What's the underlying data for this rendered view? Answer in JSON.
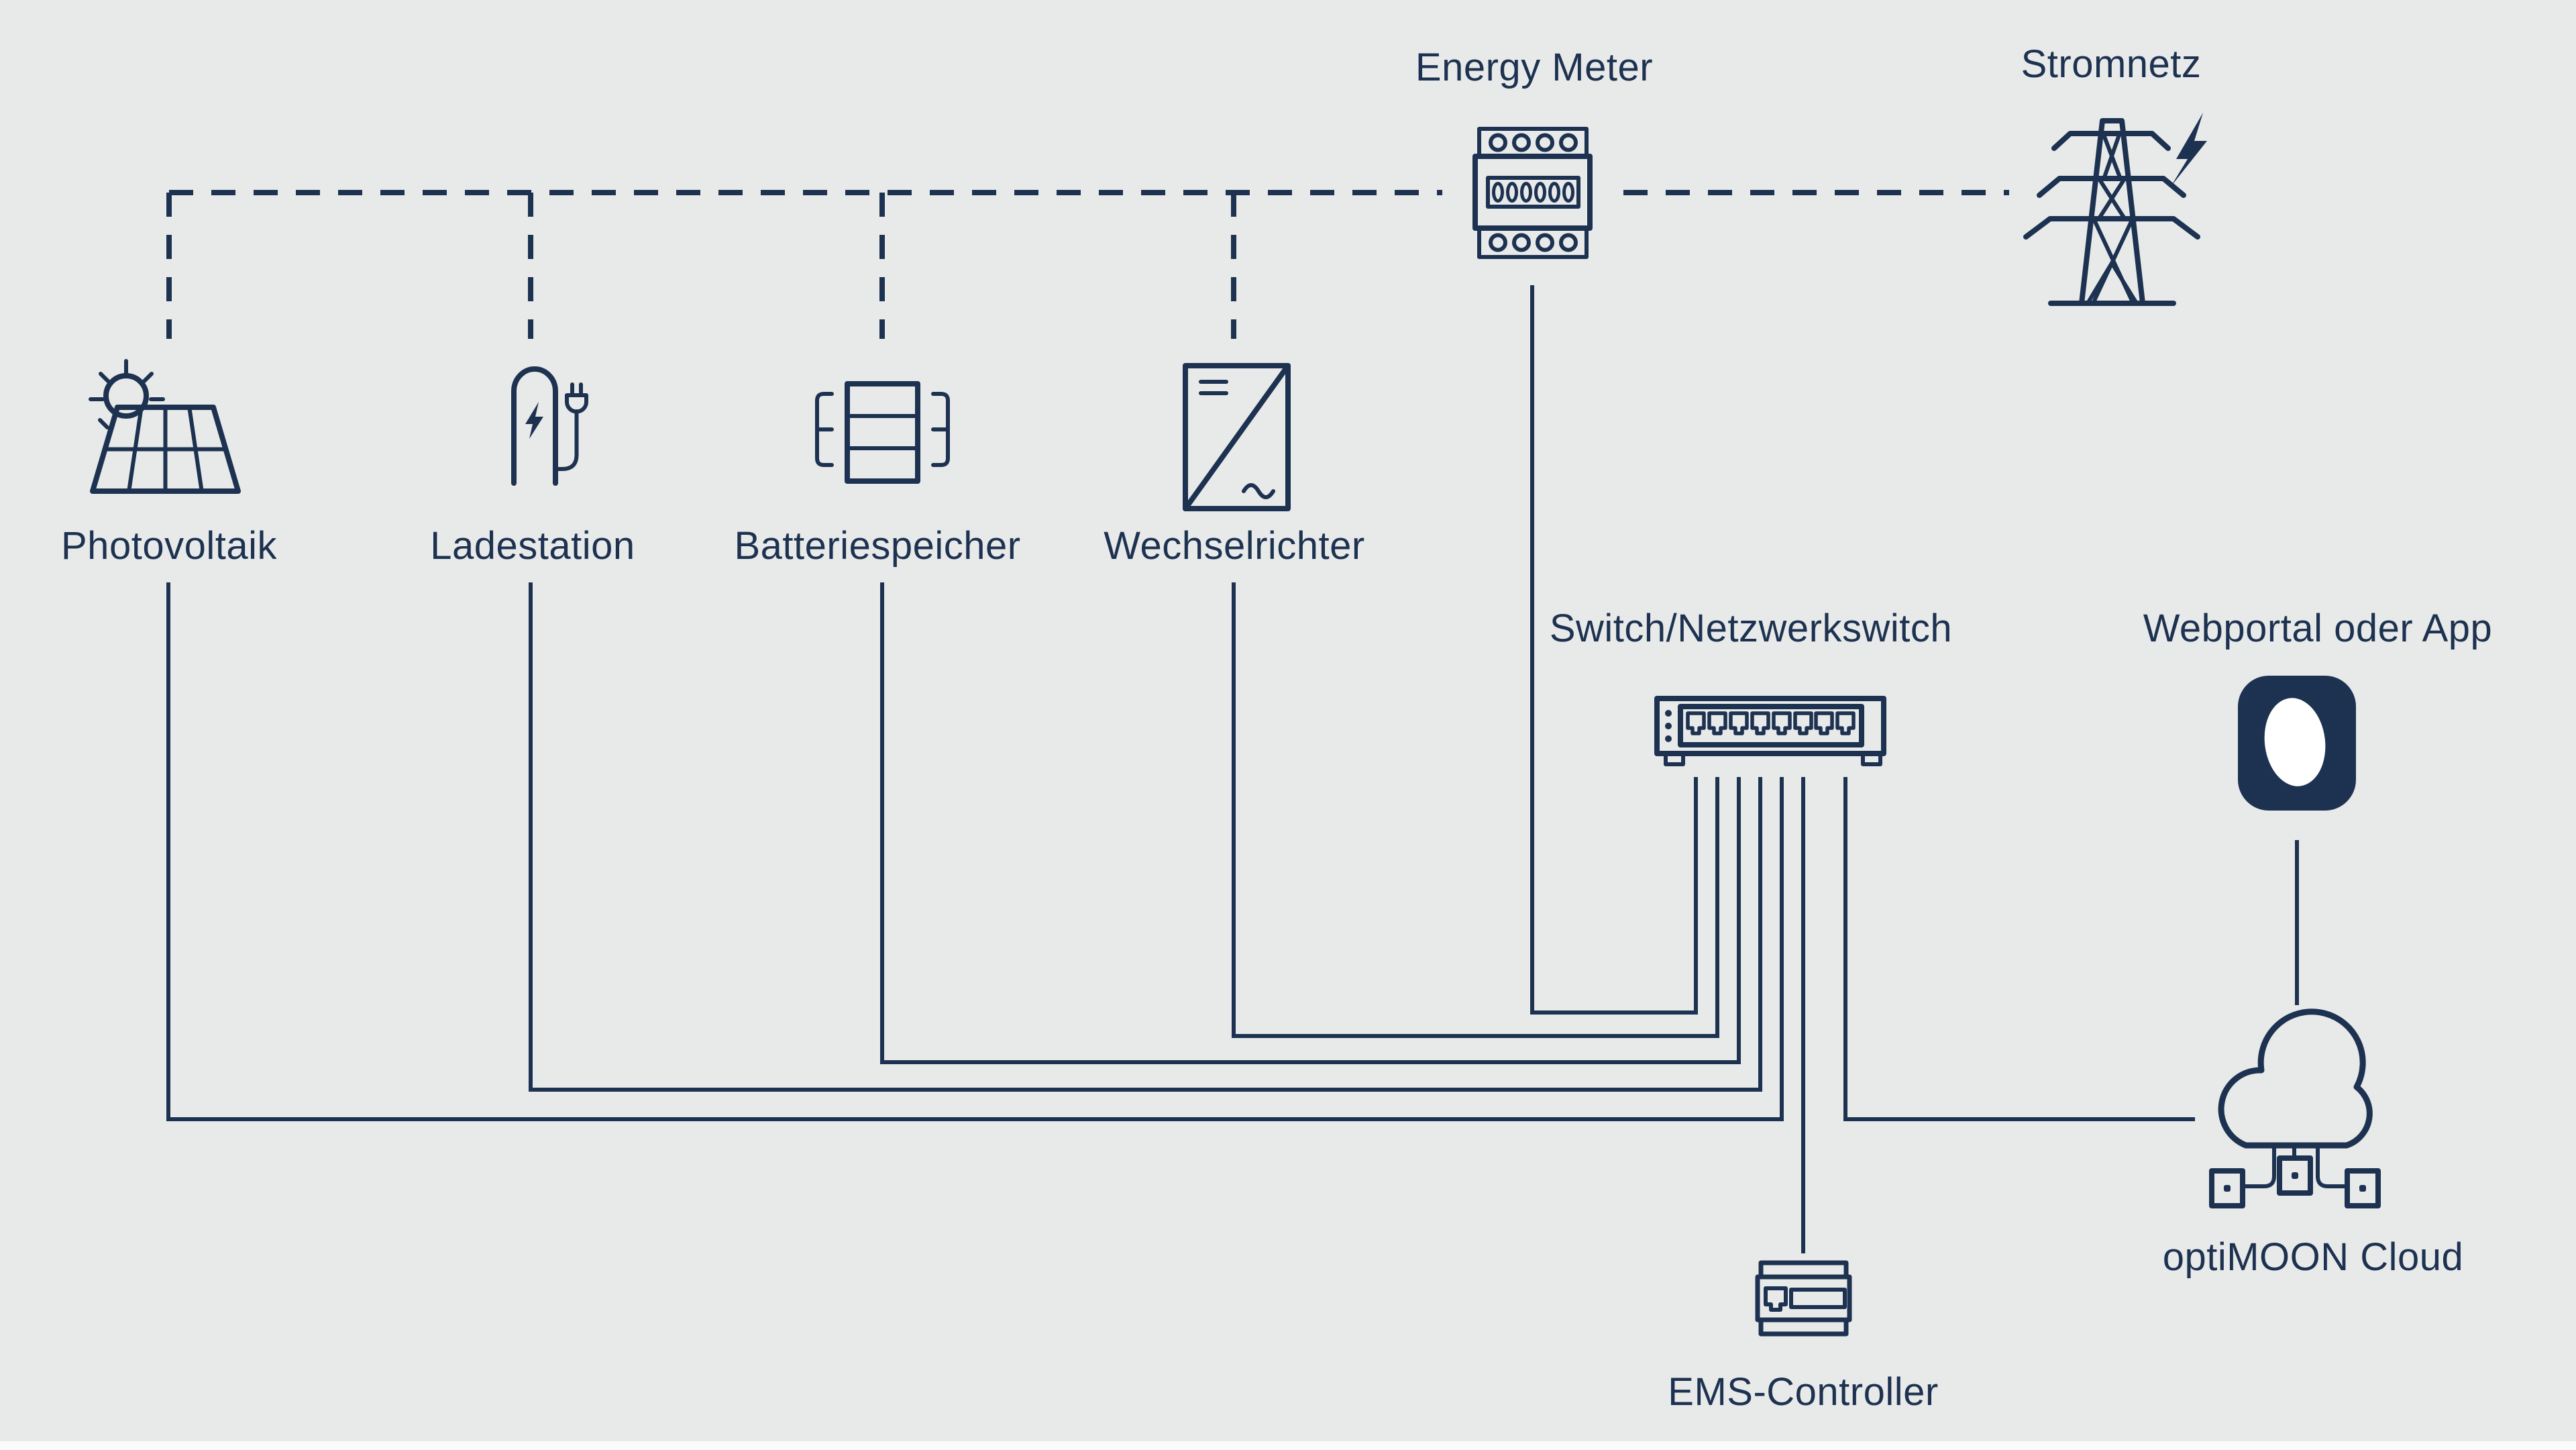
{
  "page": {
    "background_color": "#e8e9e9",
    "ink_color": "#1d3250",
    "footer_bar_color": "#fbfbfb"
  },
  "nodes": {
    "energy_meter": {
      "label": "Energy Meter",
      "display_value": "000000",
      "icon": "din-rail-meter-icon"
    },
    "stromnetz": {
      "label": "Stromnetz",
      "icon": "power-pylon-icon",
      "badge": "lightning-bolt-icon"
    },
    "photovoltaik": {
      "label": "Photovoltaik",
      "icon": "solar-panel-sun-icon"
    },
    "ladestation": {
      "label": "Ladestation",
      "icon": "ev-charger-plug-icon"
    },
    "batteriespeicher": {
      "label": "Batteriespeicher",
      "icon": "battery-storage-icon"
    },
    "wechselrichter": {
      "label": "Wechselrichter",
      "icon": "inverter-icon"
    },
    "switch": {
      "label": "Switch/Netzwerkswitch",
      "icon": "network-switch-icon",
      "ports": 8,
      "leds": 3
    },
    "webportal": {
      "label": "Webportal oder App",
      "icon": "app-moon-icon"
    },
    "cloud": {
      "label": "optiMOON Cloud",
      "icon": "cloud-network-icon",
      "nodes_below": 3
    },
    "ems": {
      "label": "EMS-Controller",
      "icon": "ems-controller-icon"
    }
  },
  "connections": [
    {
      "from": "photovoltaik",
      "to": "stromnetz_bus",
      "style": "dashed"
    },
    {
      "from": "ladestation",
      "to": "stromnetz_bus",
      "style": "dashed"
    },
    {
      "from": "batteriespeicher",
      "to": "stromnetz_bus",
      "style": "dashed"
    },
    {
      "from": "wechselrichter",
      "to": "stromnetz_bus",
      "style": "dashed"
    },
    {
      "from": "energy_meter",
      "to": "stromnetz",
      "style": "dashed"
    },
    {
      "from": "energy_meter",
      "to": "switch",
      "style": "solid"
    },
    {
      "from": "wechselrichter",
      "to": "switch",
      "style": "solid"
    },
    {
      "from": "batteriespeicher",
      "to": "switch",
      "style": "solid"
    },
    {
      "from": "ladestation",
      "to": "switch",
      "style": "solid"
    },
    {
      "from": "photovoltaik",
      "to": "switch",
      "style": "solid"
    },
    {
      "from": "switch",
      "to": "ems",
      "style": "solid"
    },
    {
      "from": "switch",
      "to": "cloud",
      "style": "solid"
    },
    {
      "from": "webportal",
      "to": "cloud",
      "style": "solid"
    }
  ]
}
